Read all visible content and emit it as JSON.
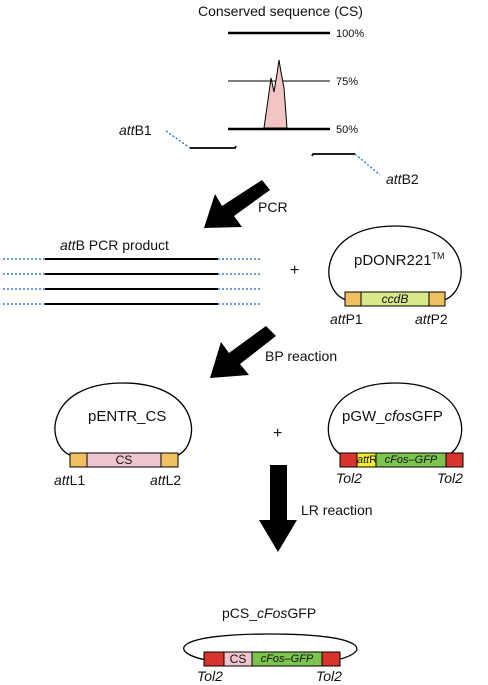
{
  "title": "Conserved sequence (CS)",
  "peak_axis": {
    "ticks": [
      "100%",
      "75%",
      "50%"
    ]
  },
  "primers": {
    "left_prefix": "att",
    "left_suffix": "B1",
    "right_prefix": "att",
    "right_suffix": "B2"
  },
  "steps": {
    "pcr": "PCR",
    "bp": "BP reaction",
    "lr": "LR reaction",
    "plus_1": "+",
    "plus_2": "+"
  },
  "pcr_product": {
    "label_prefix": "att",
    "label_suffix": "B PCR product"
  },
  "donor": {
    "name": "pDONR221",
    "tm": "TM",
    "insert": "ccdB",
    "site_left_prefix": "att",
    "site_left_suffix": "P1",
    "site_right_prefix": "att",
    "site_right_suffix": "P2"
  },
  "entry": {
    "name": "pENTR_CS",
    "insert": "CS",
    "site_left_prefix": "att",
    "site_left_suffix": "L1",
    "site_right_prefix": "att",
    "site_right_suffix": "L2"
  },
  "destination": {
    "name_prefix": "pGW_",
    "name_italic": "cfos",
    "name_suffix": "GFP",
    "att_prefix": "att",
    "att_suffix": "R",
    "insert": "cFos–GFP",
    "tol_left": "Tol2",
    "tol_right": "Tol2"
  },
  "final": {
    "name_prefix": "pCS_",
    "name_italic": "cFos",
    "name_suffix": "GFP",
    "cs": "CS",
    "insert": "cFos–GFP",
    "tol_left": "Tol2",
    "tol_right": "Tol2"
  },
  "colors": {
    "peak_fill": "#f2c4c4",
    "att_box": "#f0c060",
    "ccdb_box": "#d8e88a",
    "cs_box": "#f0c4cc",
    "tol2_box": "#d9342b",
    "gfp_box": "#7cc44e",
    "attr_box": "#f5ee30",
    "primer_dots": "#3c7ad6"
  }
}
